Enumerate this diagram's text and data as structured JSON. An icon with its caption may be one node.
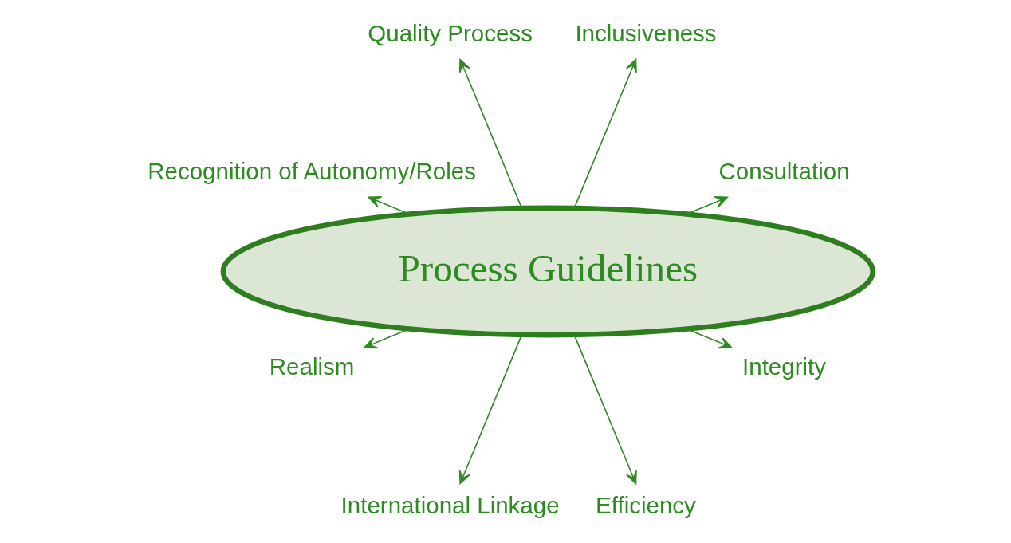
{
  "diagram": {
    "nodes": [
      {
        "text": [
          "Process Guidelines"
        ]
      },
      {
        "text": [
          "Consultation"
        ]
      },
      {
        "text": [
          "Inclusiveness"
        ]
      },
      {
        "text": [
          "Quality Process"
        ]
      },
      {
        "text": [
          "Recognition of Autonomy/Roles"
        ]
      },
      {
        "text": [
          "Realism"
        ]
      },
      {
        "text": [
          "International Linkage"
        ]
      },
      {
        "text": [
          "Efficiency"
        ]
      },
      {
        "text": [
          "Integrity"
        ]
      }
    ],
    "edges": [
      {
        "from": 0,
        "to": 1,
        "arrow": "to"
      },
      {
        "from": 0,
        "to": 2,
        "arrow": "to"
      },
      {
        "from": 0,
        "to": 3,
        "arrow": "to"
      },
      {
        "from": 0,
        "to": 4,
        "arrow": "to"
      },
      {
        "from": 0,
        "to": 5,
        "arrow": "to"
      },
      {
        "from": 0,
        "to": 6,
        "arrow": "to"
      },
      {
        "from": 0,
        "to": 7,
        "arrow": "to"
      },
      {
        "from": 0,
        "to": 8,
        "arrow": "to"
      }
    ]
  }
}
